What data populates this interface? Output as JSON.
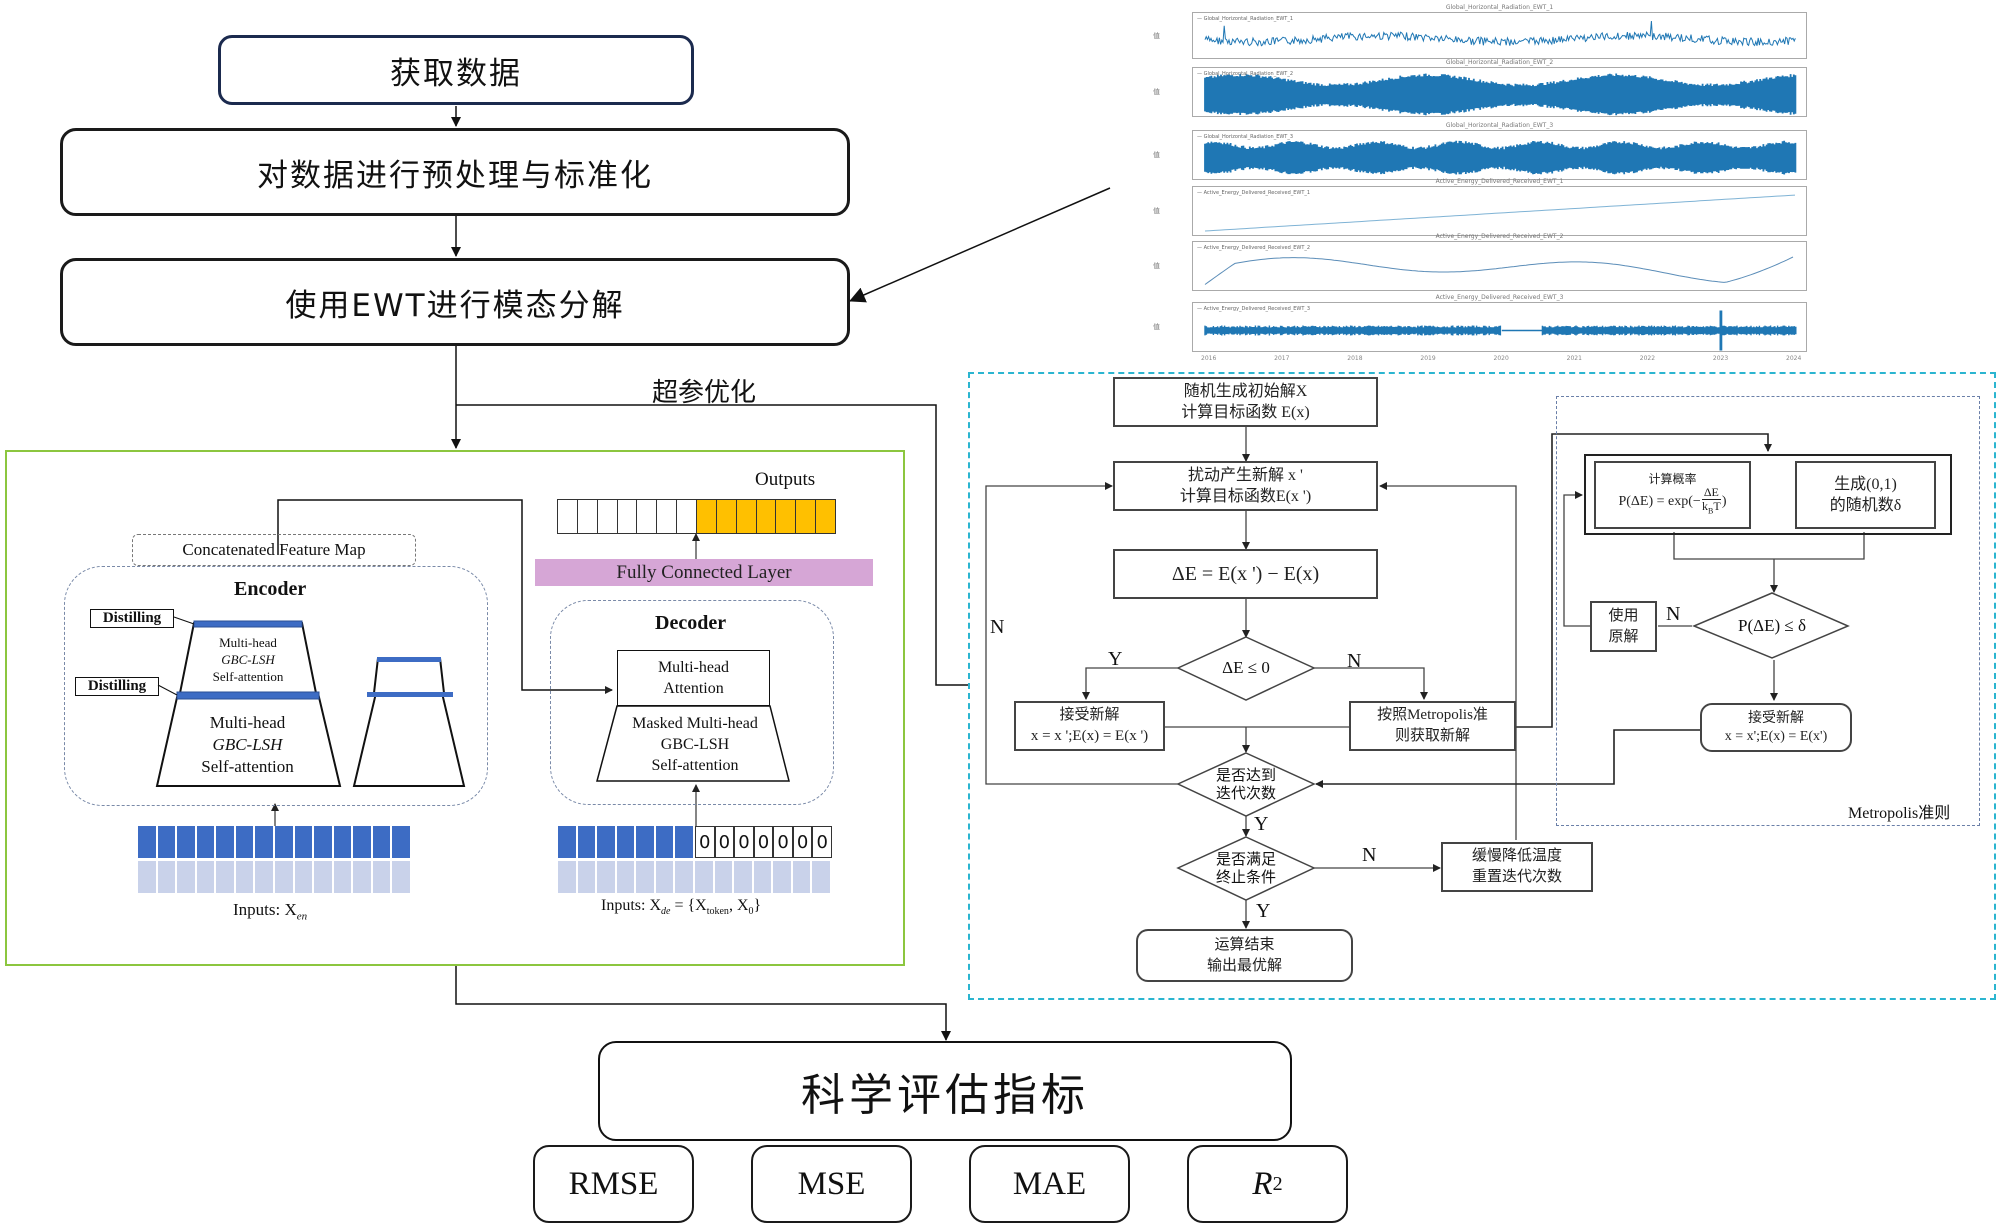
{
  "pipeline": {
    "step1": "获取数据",
    "step2": "对数据进行预处理与标准化",
    "step3": "使用EWT进行模态分解",
    "hyperparam_label": "超参优化",
    "evaluation": "科学评估指标",
    "metrics": [
      "RMSE",
      "MSE",
      "MAE",
      "R"
    ],
    "metric_r2_sup": "2"
  },
  "ewt_plots": [
    {
      "title": "Global_Horizontal_Radiation_EWT_1",
      "legend": "Global_Horizontal_Radiation_EWT_1",
      "ylabel": "值",
      "kind": "spiky"
    },
    {
      "title": "Global_Horizontal_Radiation_EWT_2",
      "legend": "Global_Horizontal_Radiation_EWT_2",
      "ylabel": "值",
      "kind": "band-seasonal"
    },
    {
      "title": "Global_Horizontal_Radiation_EWT_3",
      "legend": "Global_Horizontal_Radiation_EWT_3",
      "ylabel": "值",
      "kind": "band"
    },
    {
      "title": "Active_Energy_Delivered_Received_EWT_1",
      "legend": "Active_Energy_Delivered_Received_EWT_1",
      "ylabel": "值",
      "kind": "trend"
    },
    {
      "title": "Active_Energy_Delivered_Received_EWT_2",
      "legend": "Active_Energy_Delivered_Received_EWT_2",
      "ylabel": "值",
      "kind": "smooth"
    },
    {
      "title": "Active_Energy_Delivered_Received_EWT_3",
      "legend": "Active_Energy_Delivered_Received_EWT_3",
      "ylabel": "值",
      "kind": "noise-gap"
    }
  ],
  "ewt_xticks": [
    "2016",
    "2017",
    "2018",
    "2019",
    "2020",
    "2021",
    "2022",
    "2023",
    "2024"
  ],
  "colors": {
    "series_blue": "#1f77b4",
    "informer_border": "#8cc63f",
    "sa_border": "#2bb5d0",
    "token_blue": "#3d6cc4",
    "token_light": "#c9d2ea",
    "output_orange": "#ffc000",
    "fc_purple": "#d6a6d6"
  },
  "informer": {
    "outputs_label": "Outputs",
    "output_cells_empty": 7,
    "output_cells_filled": 7,
    "fc_layer": "Fully Connected Layer",
    "concat_map": "Concatenated Feature Map",
    "encoder_title": "Encoder",
    "distilling": "Distilling",
    "enc_small_lines": [
      "Multi-head",
      "GBC-LSH",
      "Self-attention"
    ],
    "enc_big_lines": [
      "Multi-head",
      "GBC-LSH",
      "Self-attention"
    ],
    "decoder_title": "Decoder",
    "dec_attn_lines": [
      "Multi-head",
      "Attention"
    ],
    "dec_masked_lines": [
      "Masked Multi-head",
      "GBC-LSH",
      "Self-attention"
    ],
    "enc_input_cells": 14,
    "dec_input_token_cells": 7,
    "dec_zero_values": [
      "0",
      "0",
      "0",
      "0",
      "0",
      "0",
      "0"
    ],
    "enc_input_label": "Inputs: X",
    "enc_input_sub": "en",
    "dec_input_label": "Inputs: X",
    "dec_input_sub": "de",
    "dec_input_rest": " = {X",
    "dec_input_sub2": "token",
    "dec_input_rest2": ", X",
    "dec_input_sub3": "0",
    "dec_input_end": "}"
  },
  "sa": {
    "init_lines": [
      "随机生成初始解X",
      "计算目标函数 E(x)"
    ],
    "perturb_lines": [
      "扰动产生新解 x '",
      "计算目标函数E(x ')"
    ],
    "delta": "ΔE = E(x ') − E(x)",
    "cond1": "ΔE ≤ 0",
    "accept_lines": [
      "接受新解",
      "x = x ';E(x) = E(x ')"
    ],
    "metropolis_lines": [
      "按照Metropolis准",
      "则获取新解"
    ],
    "iter_lines": [
      "是否达到",
      "迭代次数"
    ],
    "stop_lines": [
      "是否满足",
      "终止条件"
    ],
    "cool_lines": [
      "缓慢降低温度",
      "重置迭代次数"
    ],
    "end_lines": [
      "运算结束",
      "输出最优解"
    ],
    "Y": "Y",
    "N": "N",
    "metro": {
      "calc_prob_title": "计算概率",
      "prob_formula_left": "P(ΔE) = exp(−",
      "prob_num": "ΔE",
      "prob_den": "k",
      "prob_den_sub": "B",
      "prob_den_T": "T",
      "prob_close": ")",
      "rand_lines": [
        "生成(0,1)",
        "的随机数δ"
      ],
      "use_old_lines": [
        "使用",
        "原解"
      ],
      "cond": "P(ΔE) ≤ δ",
      "accept_lines": [
        "接受新解",
        "x = x';E(x) = E(x')"
      ],
      "region_label": "Metropolis准则"
    }
  }
}
